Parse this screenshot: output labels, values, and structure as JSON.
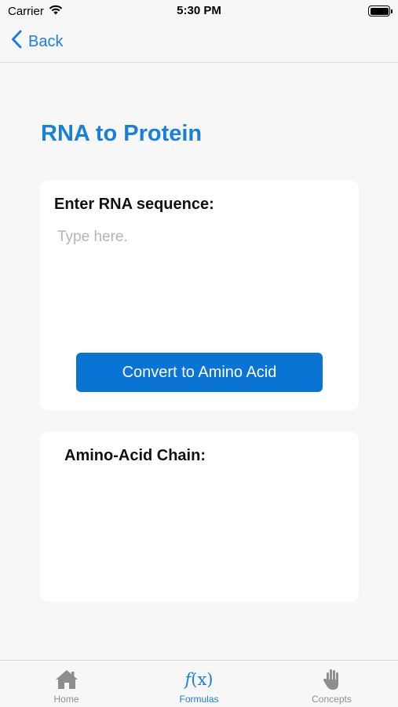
{
  "status_bar": {
    "carrier": "Carrier",
    "time": "5:30 PM"
  },
  "nav": {
    "back_label": "Back"
  },
  "page": {
    "title": "RNA to Protein"
  },
  "input_card": {
    "label": "Enter RNA sequence:",
    "value": "",
    "placeholder": "Type here.",
    "button_label": "Convert to Amino Acid"
  },
  "output_card": {
    "label": "Amino-Acid Chain:",
    "value": ""
  },
  "tab_bar": {
    "tabs": [
      {
        "label": "Home",
        "icon": "home-icon",
        "active": false
      },
      {
        "label": "Formulas",
        "icon": "function-icon",
        "active": true
      },
      {
        "label": "Concepts",
        "icon": "hand-icon",
        "active": false
      }
    ]
  },
  "colors": {
    "accent": "#1a7fe0",
    "button": "#0a74d4",
    "background": "#f7f7f7",
    "card": "#ffffff",
    "inactive_tab": "#8e8e8e"
  }
}
